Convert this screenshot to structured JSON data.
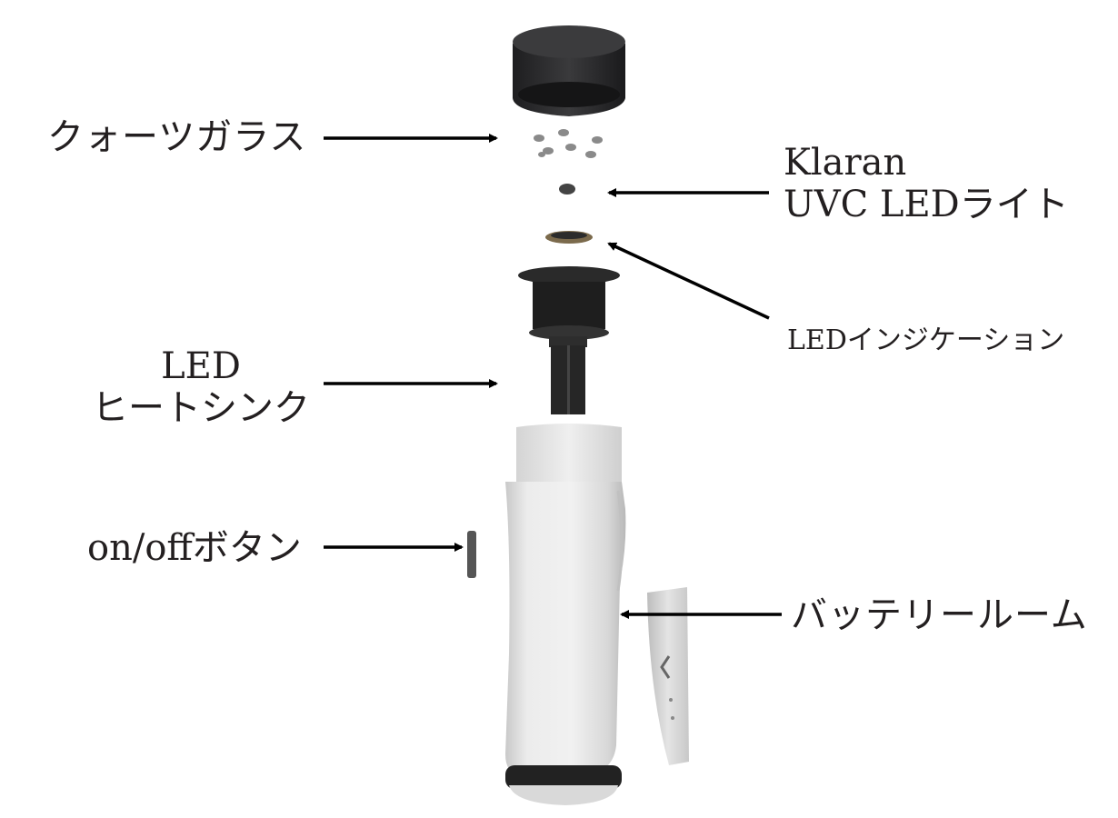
{
  "labels": {
    "quartz_glass": "クォーツガラス",
    "uvc_led_line1": "Klaran",
    "uvc_led_line2": "UVC LEDライト",
    "led_indication": "LEDインジケーション",
    "heatsink_line1": "LED",
    "heatsink_line2": "ヒートシンク",
    "on_off_button": "on/offボタン",
    "battery_room": "バッテリールーム"
  },
  "colors": {
    "text": "#231f20",
    "arrow": "#000000",
    "cap": "#2b2b2d",
    "body": "#e8e8e8",
    "body_shade": "#bdbdbd",
    "heatsink": "#1f1f1f"
  }
}
